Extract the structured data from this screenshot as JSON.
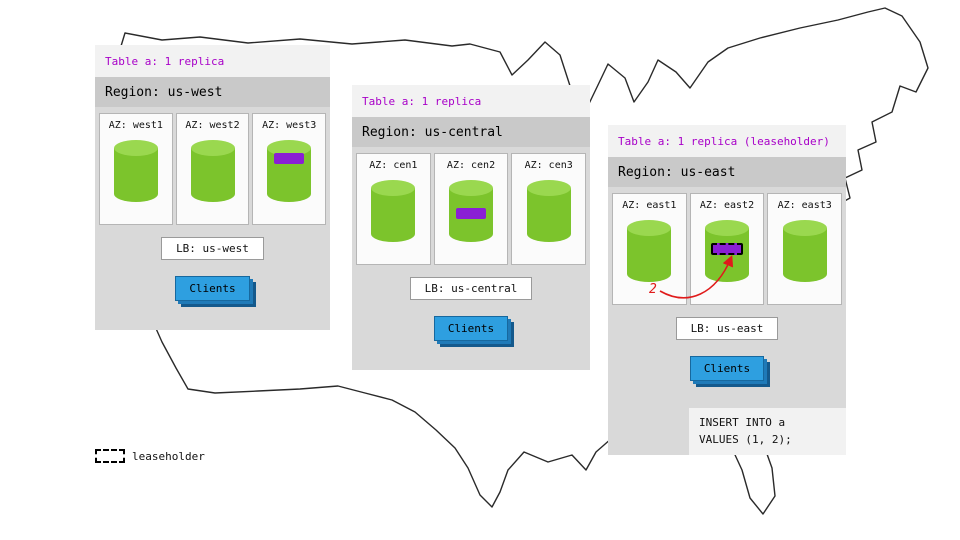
{
  "regions": [
    {
      "id": "us-west",
      "table_label": "Table a: 1 replica",
      "region_label": "Region: us-west",
      "azs": [
        {
          "label": "AZ: west1",
          "replica": false,
          "leaseholder": false
        },
        {
          "label": "AZ: west2",
          "replica": false,
          "leaseholder": false
        },
        {
          "label": "AZ: west3",
          "replica": true,
          "leaseholder": false
        }
      ],
      "lb_label": "LB: us-west",
      "clients_label": "Clients"
    },
    {
      "id": "us-central",
      "table_label": "Table a: 1 replica",
      "region_label": "Region: us-central",
      "azs": [
        {
          "label": "AZ: cen1",
          "replica": false,
          "leaseholder": false
        },
        {
          "label": "AZ: cen2",
          "replica": true,
          "leaseholder": false
        },
        {
          "label": "AZ: cen3",
          "replica": false,
          "leaseholder": false
        }
      ],
      "lb_label": "LB: us-central",
      "clients_label": "Clients"
    },
    {
      "id": "us-east",
      "table_label": "Table a: 1 replica (leaseholder)",
      "region_label": "Region: us-east",
      "azs": [
        {
          "label": "AZ: east1",
          "replica": false,
          "leaseholder": false
        },
        {
          "label": "AZ: east2",
          "replica": true,
          "leaseholder": true
        },
        {
          "label": "AZ: east3",
          "replica": false,
          "leaseholder": false
        }
      ],
      "lb_label": "LB: us-east",
      "clients_label": "Clients"
    }
  ],
  "sql_note": {
    "text": "INSERT INTO a\nVALUES (1, 2);"
  },
  "annotation": {
    "value": "2"
  },
  "legend": {
    "label": "leaseholder"
  },
  "colors": {
    "panel_bg": "#d9d9d9",
    "header_bg": "#f2f2f2",
    "region_bar_bg": "#c9c9c9",
    "header_text": "#a800c8",
    "cylinder": "#7cc42c",
    "cylinder_top": "#9ad84f",
    "replica": "#8a1fd4",
    "clients": "#2e9fe0",
    "annotation": "#e01b1b"
  }
}
